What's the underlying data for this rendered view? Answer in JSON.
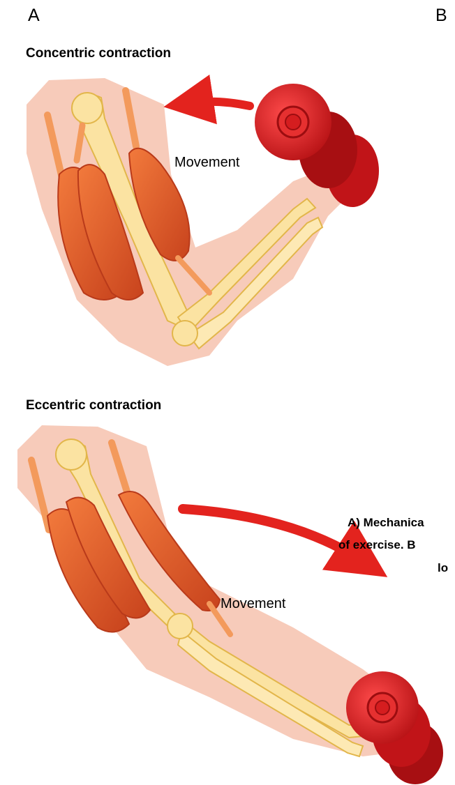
{
  "panels": {
    "a": "A",
    "b": "B"
  },
  "concentric": {
    "title": "Concentric contraction",
    "movement": "Movement"
  },
  "eccentric": {
    "title": "Eccentric contraction",
    "movement": "Movement"
  },
  "caption": {
    "line1": "A) Mechanica",
    "line2": "of exercise. B",
    "line3": "lo"
  },
  "colors": {
    "skin": "#f6c5b3",
    "bone": "#fbe3a2",
    "bone_outline": "#e2b64a",
    "muscle": "#e4582a",
    "muscle_dark": "#b93a1a",
    "tendon": "#f39a5c",
    "arrow": "#e3231e",
    "weight": "#d81e1e"
  }
}
